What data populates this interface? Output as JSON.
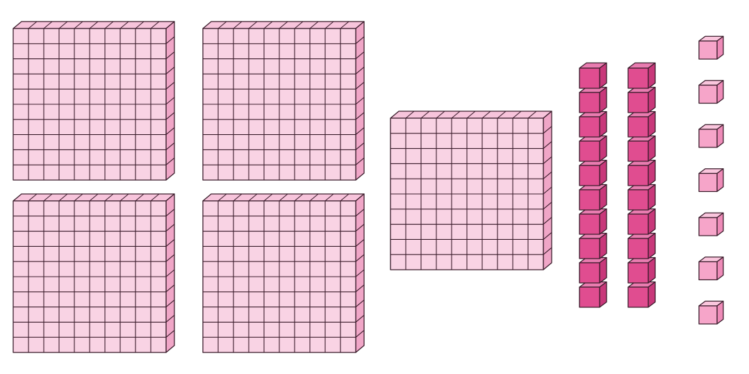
{
  "title": "",
  "blocks": {
    "hundreds": {
      "count": 5,
      "grid": [
        10,
        10
      ]
    },
    "tens": {
      "count": 2,
      "units_per_rod": 10
    },
    "ones": {
      "count": 7
    }
  },
  "colors": {
    "flat_front": "#f9d3e4",
    "flat_top": "#f7c4db",
    "flat_side": "#f0a6c7",
    "rod_front": "#e04d90",
    "rod_top": "#e97cb0",
    "rod_side": "#c8387a",
    "unit_front": "#f6a5c9",
    "unit_top": "#fac6dd",
    "unit_side": "#ee8bb8",
    "outline": "#3a1c2b"
  }
}
